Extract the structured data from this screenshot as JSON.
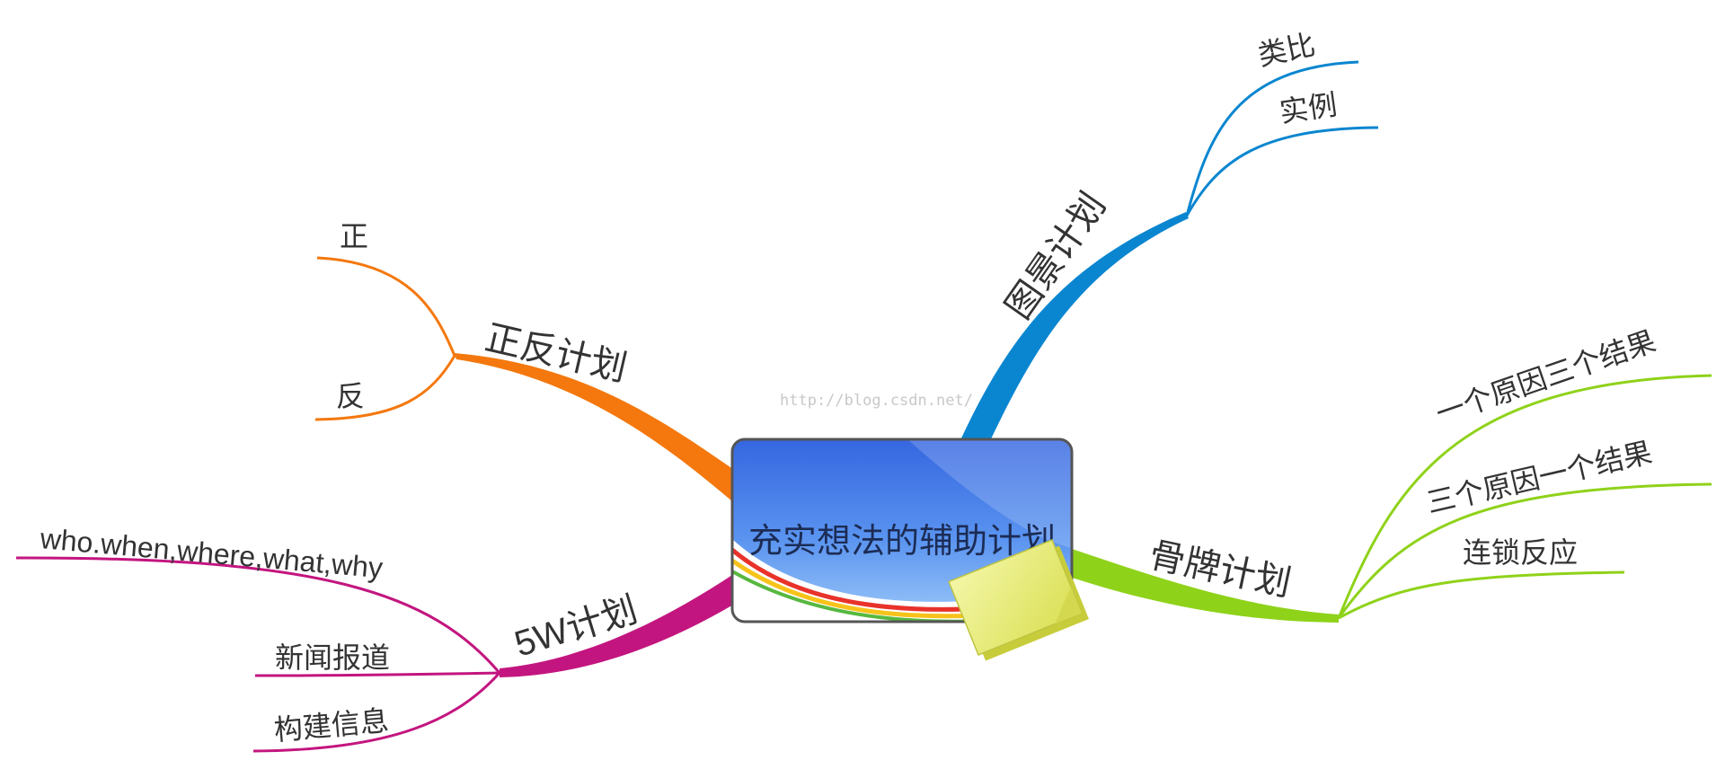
{
  "watermark": "http://blog.csdn.net/",
  "center": {
    "label": "充实想法的辅助计划"
  },
  "colors": {
    "orange": "#f4780e",
    "blue": "#0a86d0",
    "green": "#8fd21a",
    "magenta": "#c3157f",
    "center_top": "#3a70e6",
    "center_bottom": "#7fb6f6",
    "note": "#ecef7a"
  },
  "branches": {
    "zhengfan": {
      "label": "正反计划",
      "children": [
        "正",
        "反"
      ]
    },
    "tujing": {
      "label": "图景计划",
      "children": [
        "类比",
        "实例"
      ]
    },
    "gupai": {
      "label": "骨牌计划",
      "children": [
        "一个原因三个结果",
        "三个原因一个结果",
        "连锁反应"
      ]
    },
    "fivew": {
      "label": "5W计划",
      "children": [
        "who.when,where,what,why",
        "新闻报道",
        "构建信息"
      ]
    }
  }
}
